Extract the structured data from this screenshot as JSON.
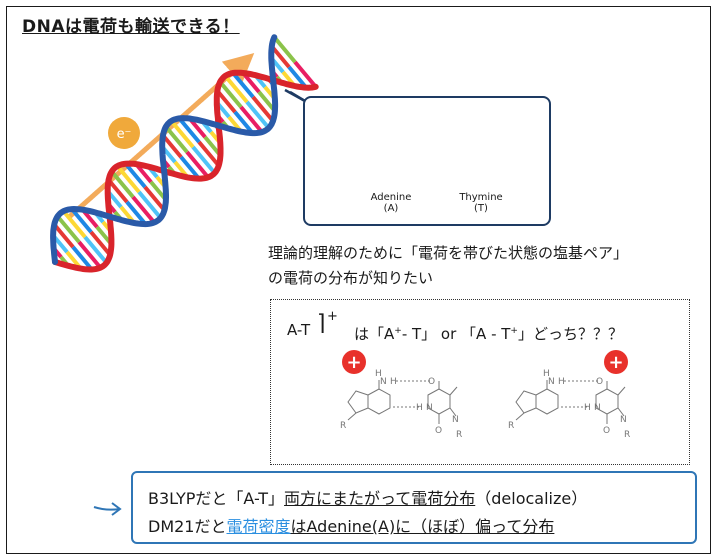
{
  "title": "DNAは電荷も輸送できる！",
  "electron_label": "e⁻",
  "inset": {
    "adenine_name": "Adenine",
    "adenine_abbr": "(A)",
    "thymine_name": "Thymine",
    "thymine_abbr": "(T)",
    "atoms": {
      "H": "H",
      "N": "N",
      "O": "O",
      "R": "R"
    }
  },
  "text": {
    "line1": "理論的理解のために「電荷を帯びた状態の塩基ペア」",
    "line2": "の電荷の分布が知りたい",
    "at": "A-T",
    "plus_sign": "+",
    "q_prefix": "は「A",
    "q_plus1": "+",
    "q_mid1": "- T」 or 「A - T",
    "q_plus2": "+",
    "q_suffix": "」どっち？？？"
  },
  "charge_badge": "+",
  "conclusion": {
    "l1_a": "B3LYPだと「A-T」",
    "l1_b": "両方にまたがって電荷分布",
    "l1_c": "（delocalize）",
    "l2_a": "DM21だと",
    "l2_b": "電荷密度",
    "l2_c": "はAdenine(A)に（ほぼ）偏って分布"
  },
  "colors": {
    "frame": "#1a1a1a",
    "inset_border": "#1e3b63",
    "conclusion_border": "#2f76b6",
    "highlight_blue": "#2b8fe0",
    "arrow": "#f2a24a",
    "electron": "#f0a93b",
    "badge": "#e8312b",
    "strand_red": "#d9242b",
    "strand_blue": "#2a5aa8",
    "rung_colors": [
      "#e53935",
      "#8bc34a",
      "#fdd835",
      "#1e88e5",
      "#e91e63",
      "#4fc3f7"
    ]
  }
}
